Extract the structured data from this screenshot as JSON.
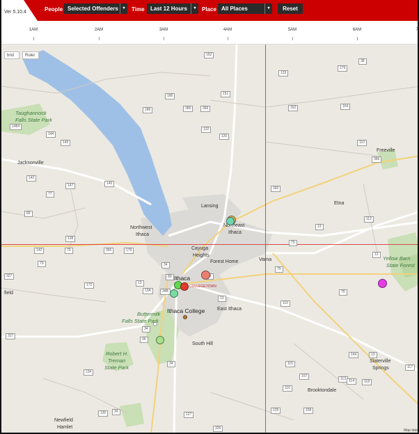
{
  "header": {
    "version": "Ver 5.10.4",
    "people_label": "People",
    "people_value": "Selected Offenders",
    "time_label": "Time",
    "time_value": "Last 12 Hours",
    "place_label": "Place",
    "place_value": "All Places",
    "reset_label": "Reset",
    "caret": "▾"
  },
  "timeline": {
    "ticks": [
      "1AM",
      "2AM",
      "3AM",
      "4AM",
      "5AM",
      "6AM",
      "7"
    ]
  },
  "map": {
    "controls": {
      "hybrid": "brid",
      "ruler": "Ruler"
    },
    "places": {
      "taughannock": "Taughannock",
      "taughannock2": "Falls State Park",
      "jacksonville": "Jacksonville",
      "nw_ithaca": "Northwest",
      "nw_ithaca2": "Ithaca",
      "lansing": "Lansing",
      "ne_ithaca": "Northeast",
      "ne_ithaca2": "Ithaca",
      "etna": "Etna",
      "freeville": "Freeville",
      "cayuga": "Cayuga",
      "cayuga2": "Heights",
      "forest_home": "Forest Home",
      "varna": "Varna",
      "ithaca": "Ithaca",
      "collegetown": "COLLEGETOWN",
      "buttermilk": "Buttermilk",
      "buttermilk2": "Falls State Park",
      "ithaca_college": "Ithaca College",
      "east_ithaca": "East Ithaca",
      "south_hill": "South Hill",
      "treman": "Robert H.",
      "treman2": "Treman",
      "treman3": "State Park",
      "yellow_barn": "Yellow Barn",
      "yellow_barn2": "State Forest",
      "slaterville": "Slaterville",
      "slaterville2": "Springs",
      "brooktondale": "Brooktondale",
      "newfield": "Newfield",
      "newfield2": "Hamlet",
      "field": "field"
    },
    "routes": [
      "1484",
      "144",
      "145",
      "142",
      "147",
      "140",
      "77",
      "89",
      "138",
      "142",
      "79",
      "79",
      "366",
      "179",
      "327",
      "172",
      "13",
      "13A",
      "327",
      "134",
      "130",
      "34",
      "34",
      "89",
      "34B",
      "34",
      "96",
      "34",
      "13",
      "13",
      "79",
      "79",
      "366",
      "366",
      "186",
      "186",
      "152",
      "151",
      "120",
      "132",
      "133",
      "162",
      "164",
      "179",
      "182",
      "110",
      "115",
      "113",
      "114",
      "116",
      "117",
      "118",
      "157",
      "158",
      "125",
      "127",
      "110",
      "112",
      "144",
      "13",
      "13",
      "79",
      "326",
      "38",
      "13",
      "366"
    ],
    "map_data": "Map data"
  }
}
